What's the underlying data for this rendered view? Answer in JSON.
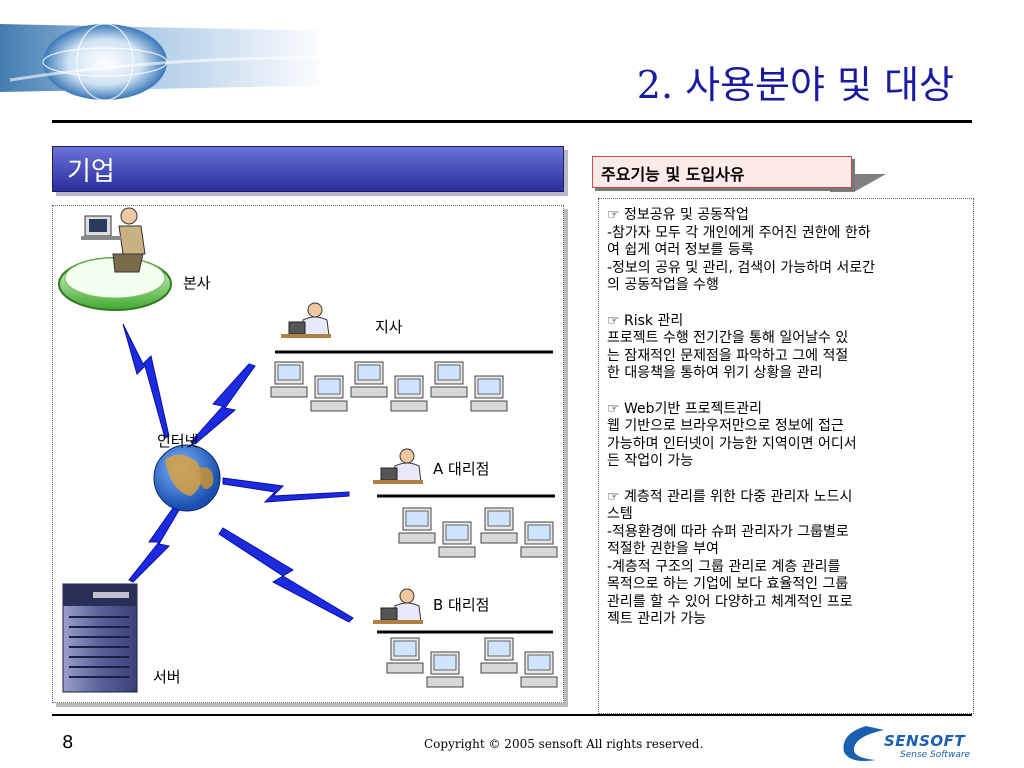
{
  "slide": {
    "title": "2. 사용분야 및 대상",
    "section_label": "기업",
    "reason_label": "주요기능 및 도입사유",
    "page_number": "8",
    "copyright": "Copyright © 2005 sensoft All rights reserved.",
    "logo": {
      "name": "SENSOFT",
      "tagline": "Sense Software"
    }
  },
  "diagram": {
    "hq_label": "본사",
    "branch_label": "지사",
    "internet_label": "인터넷",
    "agency_a_label": "A 대리점",
    "agency_b_label": "B 대리점",
    "server_label": "서버"
  },
  "features": [
    {
      "lines": [
        "☞ 정보공유 및 공동작업",
        "-참가자 모두 각 개인에게 주어진 권한에 한하",
        "여 쉽게 여러 정보를 등록",
        "-정보의 공유 및 관리, 검색이 가능하며 서로간",
        "의 공동작업을 수행"
      ]
    },
    {
      "lines": [
        "☞ Risk 관리",
        " 프로젝트 수행 전기간을 통해 일어날수 있",
        "는 잠재적인 문제점을 파악하고 그에 적절",
        "한 대응책을 통하여 위기 상황을 관리"
      ]
    },
    {
      "lines": [
        "☞ Web기반 프로젝트관리",
        " 웹 기반으로 브라우저만으로 정보에 접근",
        "가능하며 인터넷이 가능한 지역이면 어디서",
        "든 작업이 가능"
      ]
    },
    {
      "lines": [
        "☞ 계층적 관리를 위한 다중 관리자 노드시",
        "스템",
        "-적용환경에 따라 슈퍼 관리자가 그룹별로",
        "적절한 권한을 부여",
        "-계층적 구조의 그룹 관리로 계층 관리를",
        "목적으로 하는 기업에 보다 효율적인 그룹",
        "관리를 할 수 있어 다양하고 체계적인 프로",
        "젝트 관리가 가능"
      ]
    }
  ]
}
